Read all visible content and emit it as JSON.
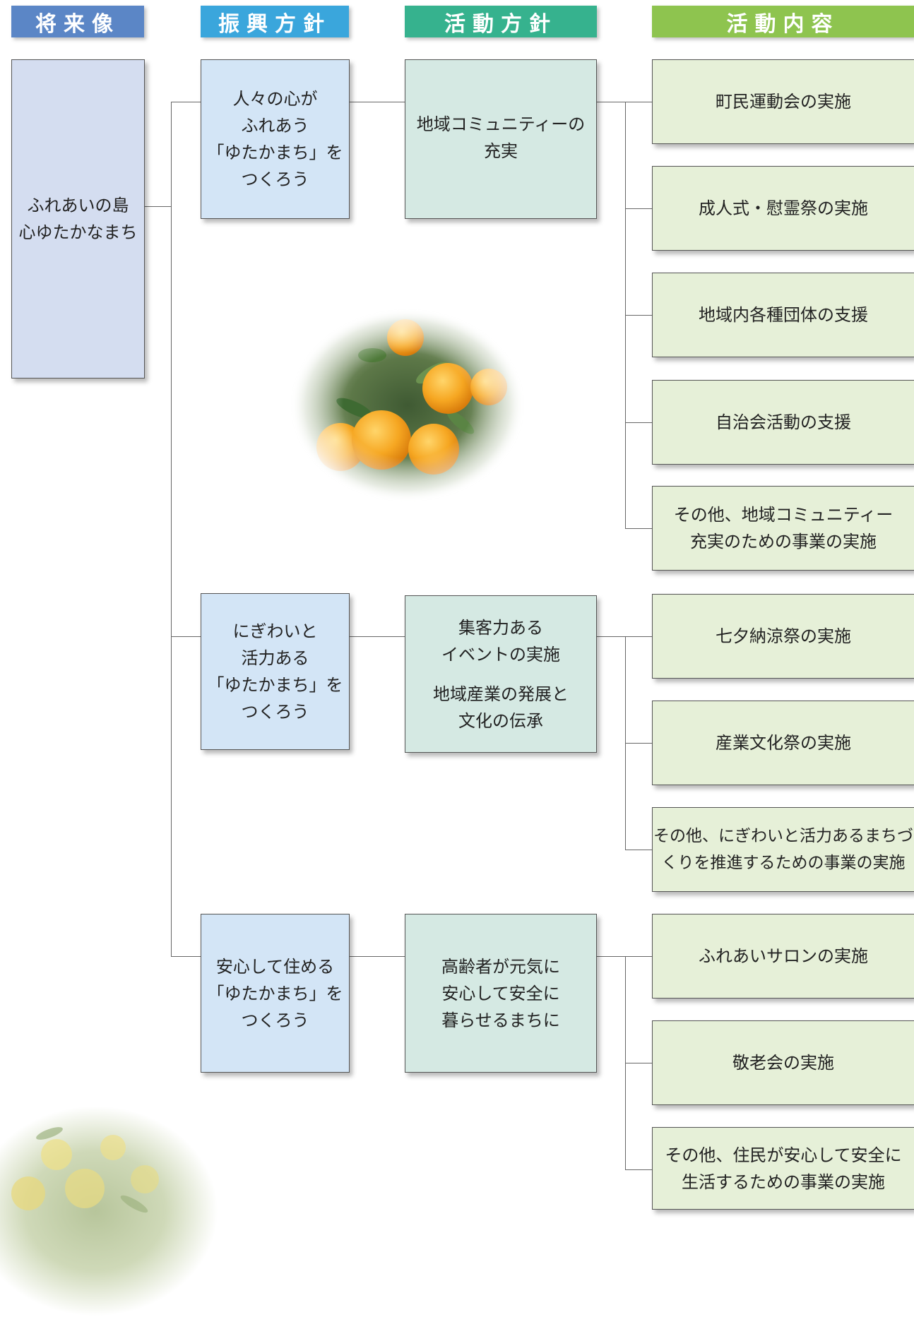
{
  "headers": {
    "vision": "将来像",
    "promotion": "振興方針",
    "activity_policy": "活動方針",
    "activity_content": "活動内容"
  },
  "vision": "ふれあいの島\n心ゆたかなまち",
  "branches": [
    {
      "promotion": "人々の心が\nふれあう\n「ゆたかまち」を\nつくろう",
      "policy": [
        "地域コミュニティーの\n充実"
      ],
      "contents": [
        "町民運動会の実施",
        "成人式・慰霊祭の実施",
        "地域内各種団体の支援",
        "自治会活動の支援",
        "その他、地域コミュニティー\n充実のための事業の実施"
      ]
    },
    {
      "promotion": "にぎわいと\n活力ある\n「ゆたかまち」を\nつくろう",
      "policy": [
        "集客力ある\nイベントの実施",
        "地域産業の発展と\n文化の伝承"
      ],
      "contents": [
        "七夕納涼祭の実施",
        "産業文化祭の実施",
        "その他、にぎわいと活力あるまちづ\nくりを推進するための事業の実施"
      ]
    },
    {
      "promotion": "安心して住める\n「ゆたかまち」を\nつくろう",
      "policy": [
        "高齢者が元気に\n安心して安全に\n暮らせるまちに"
      ],
      "contents": [
        "ふれあいサロンの実施",
        "敬老会の実施",
        "その他、住民が安心して安全に\n生活するための事業の実施"
      ]
    }
  ]
}
